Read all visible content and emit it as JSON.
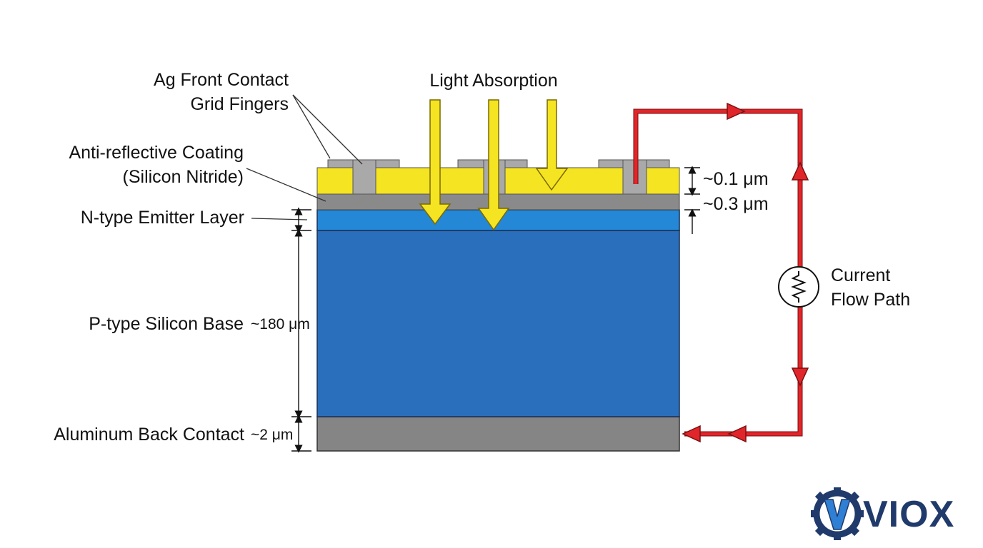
{
  "labels": {
    "ag_contact_line1": "Ag Front Contact",
    "ag_contact_line2": "Grid Fingers",
    "arc_line1": "Anti-reflective Coating",
    "arc_line2": "(Silicon Nitride)",
    "n_emitter": "N-type Emitter Layer",
    "p_base": "P-type Silicon Base",
    "p_base_thickness": "~180 μm",
    "al_back": "Aluminum Back Contact",
    "al_back_thickness": "~2 μm",
    "light": "Light Absorption",
    "arc_thickness": "~0.1 μm",
    "emitter_thickness": "~0.3 μm",
    "current_line1": "Current",
    "current_line2": "Flow Path"
  },
  "logo": {
    "text": "VIOX"
  },
  "colors": {
    "yellow": "#f5e421",
    "silver": "#a9a9a9",
    "grey_layer": "#8a8a8a",
    "n_blue": "#2488d6",
    "p_blue": "#2a6fbb",
    "al_grey": "#858585",
    "current_red": "#e0262a",
    "logo_navy": "#1f3a6b",
    "logo_blue": "#2f7fd4"
  }
}
